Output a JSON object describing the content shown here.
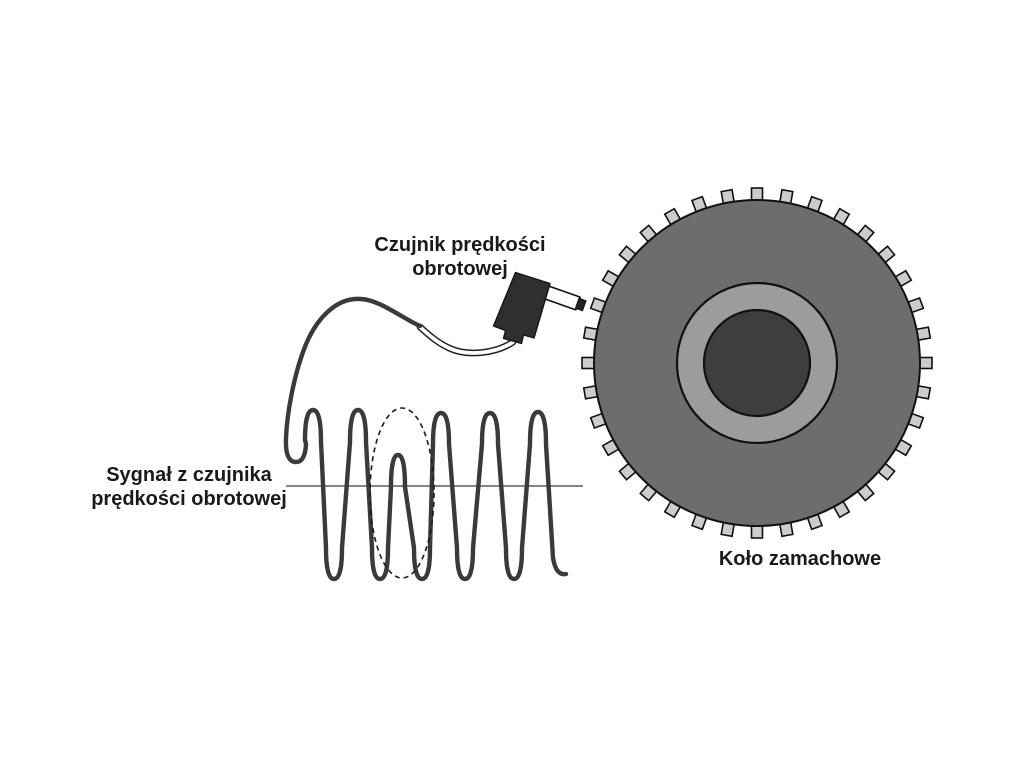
{
  "labels": {
    "sensor": {
      "line1": "Czujnik prędkości",
      "line2": "obrotowej"
    },
    "signal": {
      "line1": "Sygnał z czujnika",
      "line2": "prędkości obrotowej"
    },
    "flywheel": {
      "caption": "Koło zamachowe"
    }
  },
  "diagram": {
    "flywheel": {
      "teeth_count": 36
    },
    "colors": {
      "wheel_body": "#6d6d6d",
      "wheel_ring": "#9c9c9c",
      "wheel_hub": "#3e3e3e",
      "tooth_fill": "#cccccc",
      "outline": "#111111",
      "signal_stroke": "#3a3a3a",
      "baseline_stroke": "#3a3a3a",
      "sensor_body": "#2f2f2f",
      "cable_outline": "#222222",
      "cable_core": "#ffffff",
      "marker_stroke": "#1a1a1a",
      "text": "#1a1a1a",
      "background": "#ffffff"
    }
  }
}
